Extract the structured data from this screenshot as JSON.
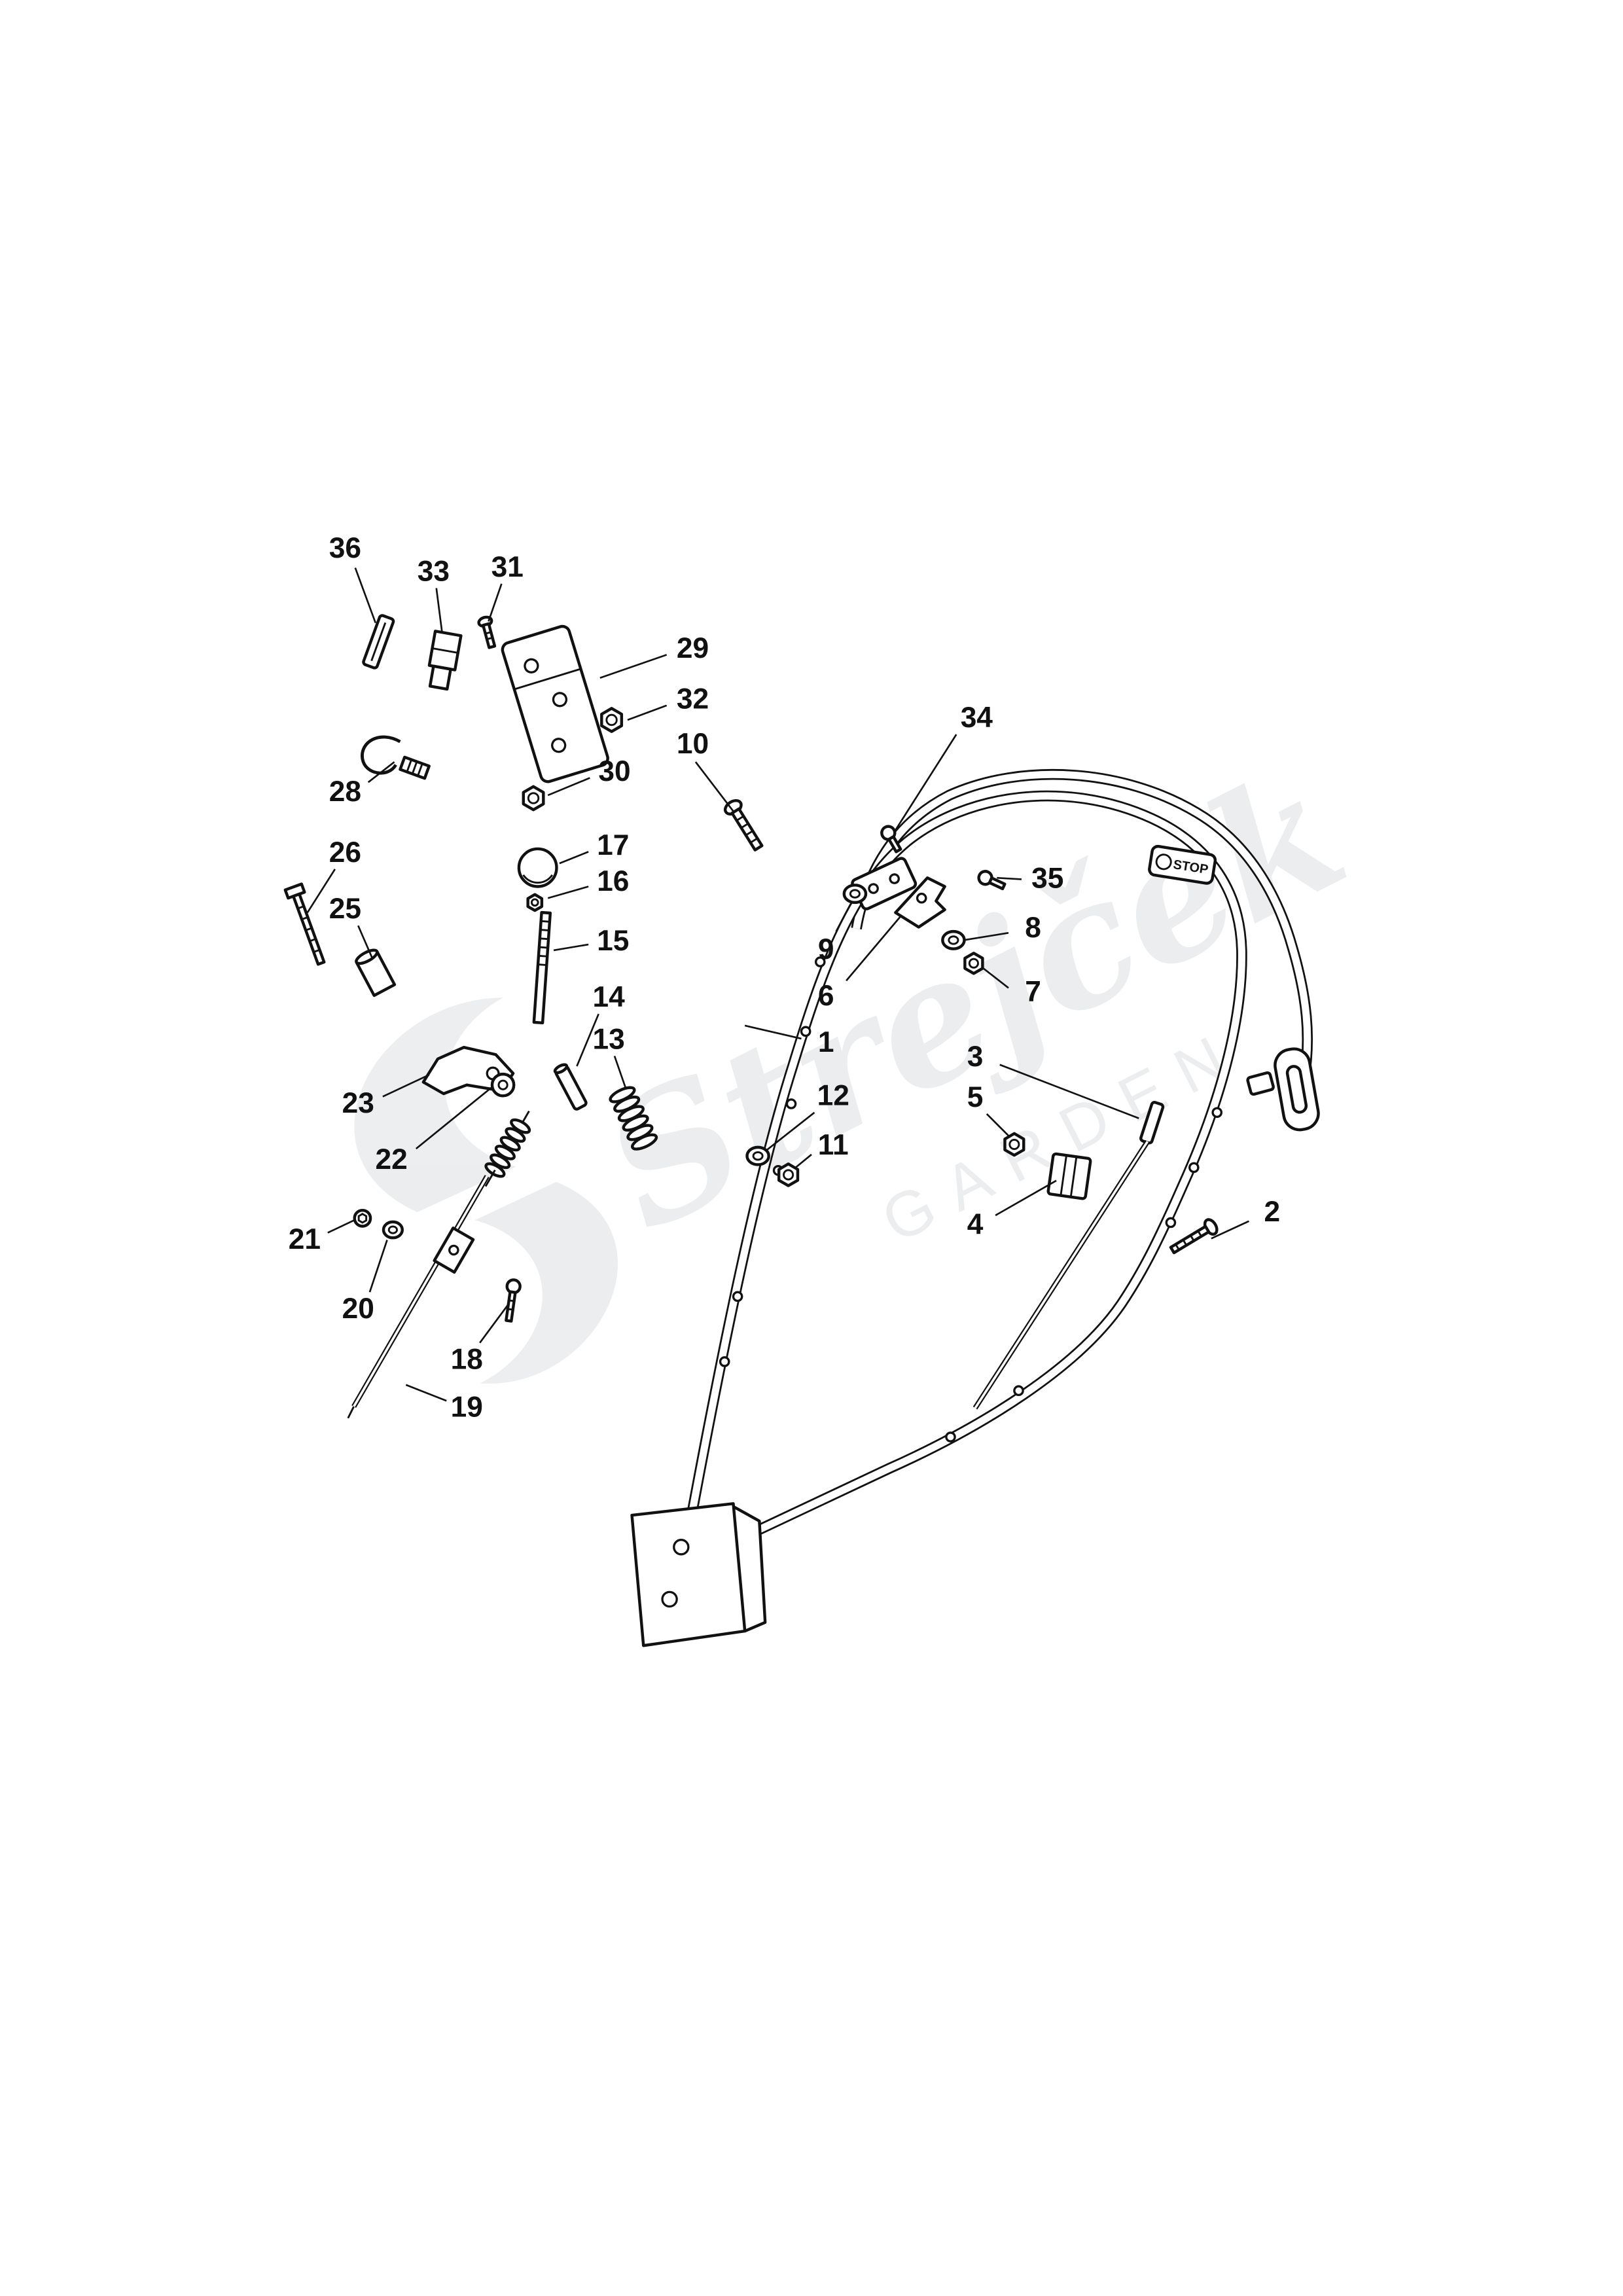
{
  "diagram": {
    "watermark": {
      "brand": "Strejček",
      "sub": "GARDEN"
    },
    "badge": "STOP",
    "callouts": [
      {
        "num": "36"
      },
      {
        "num": "33"
      },
      {
        "num": "31"
      },
      {
        "num": "29"
      },
      {
        "num": "32"
      },
      {
        "num": "10"
      },
      {
        "num": "34"
      },
      {
        "num": "30"
      },
      {
        "num": "28"
      },
      {
        "num": "35"
      },
      {
        "num": "17"
      },
      {
        "num": "16"
      },
      {
        "num": "26"
      },
      {
        "num": "25"
      },
      {
        "num": "9"
      },
      {
        "num": "8"
      },
      {
        "num": "6"
      },
      {
        "num": "7"
      },
      {
        "num": "15"
      },
      {
        "num": "14"
      },
      {
        "num": "13"
      },
      {
        "num": "1"
      },
      {
        "num": "3"
      },
      {
        "num": "12"
      },
      {
        "num": "5"
      },
      {
        "num": "11"
      },
      {
        "num": "4"
      },
      {
        "num": "23"
      },
      {
        "num": "22"
      },
      {
        "num": "2"
      },
      {
        "num": "21"
      },
      {
        "num": "20"
      },
      {
        "num": "18"
      },
      {
        "num": "19"
      }
    ]
  }
}
